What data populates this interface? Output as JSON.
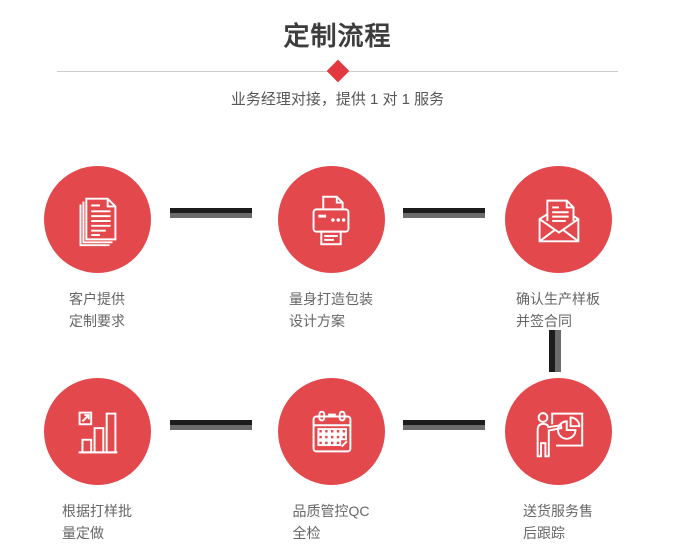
{
  "page": {
    "title": "定制流程",
    "subtitle": "业务经理对接，提供 1 对 1 服务"
  },
  "colors": {
    "circle_red": "#e3484d",
    "diamond_red": "#e2383f",
    "connector_dark": "#1c1c1c",
    "connector_gray": "#6b6b6b",
    "divider_gray": "#cccccc",
    "title_text": "#3d3d3d",
    "label_text": "#666666"
  },
  "steps": [
    {
      "icon": "documents-icon",
      "label": "客户提供\n定制要求"
    },
    {
      "icon": "printer-icon",
      "label": "量身打造包装\n设计方案"
    },
    {
      "icon": "envelope-icon",
      "label": "确认生产样板\n并签合同"
    },
    {
      "icon": "bar-chart-icon",
      "label": "根据打样批\n量定做"
    },
    {
      "icon": "calendar-icon",
      "label": "品质管控QC\n全检"
    },
    {
      "icon": "presentation-icon",
      "label": "送货服务售\n后跟踪"
    }
  ]
}
